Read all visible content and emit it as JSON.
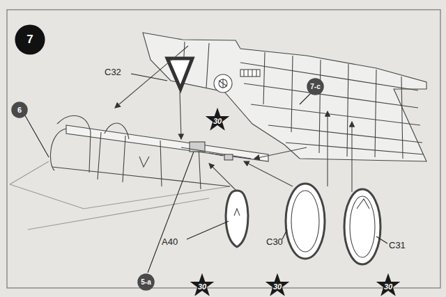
{
  "diagram": {
    "nodes": [
      {
        "text": [
          "7"
        ]
      },
      {
        "text": [
          "7-c"
        ]
      },
      {
        "text": [
          "6"
        ]
      },
      {
        "text": [
          "30"
        ]
      },
      {
        "text": [
          "5-a"
        ]
      },
      {
        "text": [
          "30"
        ]
      },
      {
        "text": [
          "30"
        ]
      },
      {
        "text": [
          "30"
        ]
      }
    ],
    "labels": [
      "C32",
      "A40",
      "C30",
      "C31"
    ]
  }
}
